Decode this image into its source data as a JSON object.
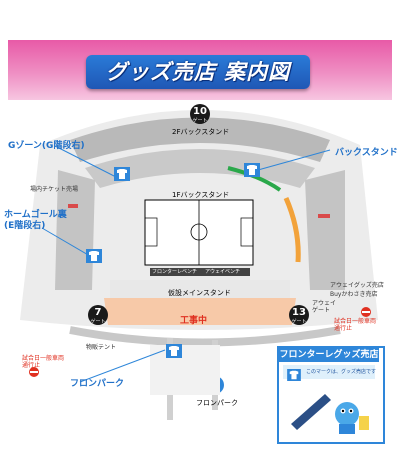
{
  "title": "グッズ売店 案内図",
  "gates": {
    "gate10": {
      "number": "10",
      "sub": "ゲート"
    },
    "gate7": {
      "number": "7",
      "sub": "ゲート"
    },
    "gate13": {
      "number": "13",
      "sub": "ゲート"
    }
  },
  "stands": {
    "back_2f": "2Fバックスタンド",
    "back_1f": "1Fバックスタンド",
    "main": "仮設メインスタンド",
    "bench_frontale": "フロンターレベンチ",
    "bench_away": "アウェイベンチ"
  },
  "zones": {
    "g_zone": "Gゾーン(G階段右)",
    "home_goal": "ホームゴール裏\n(E階段右)",
    "back_stand": "バックスタンド",
    "frontpark": "フロンパーク",
    "frontpark_bottom": "フロンパーク",
    "construction": "工事中"
  },
  "small_labels": {
    "pre_ticket": "場内チケット売場",
    "away_goods": "アウェイグッズ売店",
    "buy_here": "Buyかわさき売店",
    "away_gate": "アウェイ\nゲート",
    "no_entry_left": "試合日一般車両\n通行止",
    "no_entry_right": "試合日一般車両\n通行止",
    "tent": "物販テント"
  },
  "shop": {
    "header": "フロンターレグッズ売店",
    "legend": "このマークは、グッズ売店です"
  },
  "colors": {
    "header_pink": "#e85aa7",
    "title_blue": "#2a7bd8",
    "stand_gray": "#b8b8b8",
    "construction": "#f7c9a8",
    "accent_blue": "#2e86d9"
  }
}
